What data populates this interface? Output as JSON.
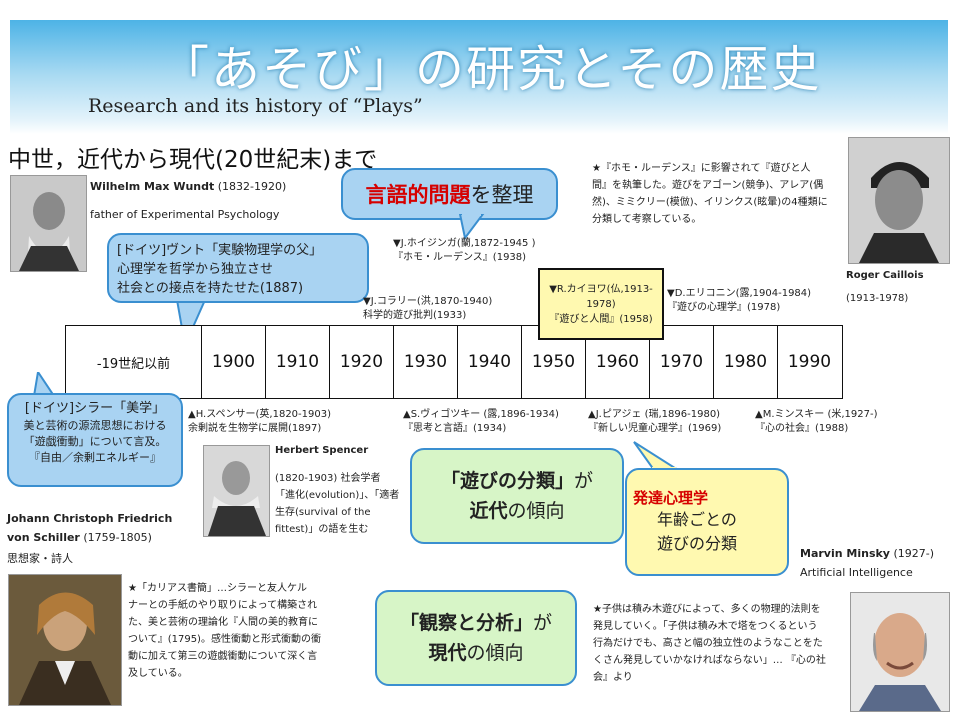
{
  "header": {
    "title": "「あそび」の研究とその歴史",
    "subtitle": "Research and its history of “Plays”",
    "section": "中世，近代から現代(20世紀末)まで"
  },
  "people": {
    "wundt": {
      "name": "Wilhelm Max Wundt",
      "years": " (1832-1920)",
      "role": "father of Experimental Psychology"
    },
    "spencer": {
      "name": "Herbert Spencer",
      "desc": "(1820-1903) 社会学者「進化(evolution)」、「適者生存(survival of the fittest)」の語を生む"
    },
    "schiller": {
      "name1": "Johann Christoph Friedrich",
      "name2": "von Schiller",
      "years": " (1759-1805)",
      "role": "思想家・詩人"
    },
    "caillois": {
      "name": "Roger Caillois",
      "years": "(1913-1978)"
    },
    "minsky": {
      "name": "Marvin Minsky",
      "years": " (1927-)",
      "role": "Artificial Intelligence"
    }
  },
  "callouts": {
    "gengo_red": "言語的問題",
    "gengo_rest": "を整理",
    "wundt_box": [
      "[ドイツ]ヴント「実験物理学の父」",
      "心理学を哲学から独立させ",
      "社会との接点を持たせた(1887)"
    ],
    "schiller_title": "[ドイツ]シラー「美学」",
    "schiller_body": [
      "美と芸術の源流思想における",
      "「遊戯衝動」について言及。",
      "『自由／余剰エネルギー』"
    ],
    "bunrui_l1a": "「遊びの分類」",
    "bunrui_l1b": "が",
    "bunrui_l2a": "近代",
    "bunrui_l2b": "の傾向",
    "kansatsu_l1a": "「観察と分析」",
    "kansatsu_l1b": "が",
    "kansatsu_l2a": "現代",
    "kansatsu_l2b": "の傾向",
    "hattatsu_title": "発達心理学",
    "hattatsu_l1": "年齢ごとの",
    "hattatsu_l2": "遊びの分類"
  },
  "timeline": {
    "cells": [
      "-19世紀以前",
      "1900",
      "1910",
      "1920",
      "1930",
      "1940",
      "1950",
      "1960",
      "1970",
      "1980",
      "1990"
    ]
  },
  "annotations": {
    "huizinga": [
      "▼J.ホイジンガ(蘭,1872-1945 )",
      "『ホモ・ルーデンス』(1938)"
    ],
    "collary": [
      "▼J.コラリー(洪,1870-1940)",
      "科学的遊び批判(1933)"
    ],
    "caillois_tl": [
      "▼R.カイヨワ(仏,1913-",
      "1978)",
      "『遊びと人間』(1958)"
    ],
    "elkonin": [
      "▼D.エリコニン(露,1904-1984)",
      "『遊びの心理学』(1978)"
    ],
    "spencer_tl": [
      "▲H.スペンサー(英,1820-1903)",
      "余剰説を生物学に展開(1897)"
    ],
    "vygotsky": [
      "▲S.ヴィゴツキー (露,1896-1934)",
      "『思考と言語』(1934)"
    ],
    "piaget": [
      "▲J.ピアジェ (瑞,1896-1980)",
      "『新しい児童心理学』(1969)"
    ],
    "minsky_tl": [
      "▲M.ミンスキー (米,1927-)",
      "『心の社会』(1988)"
    ]
  },
  "notes": {
    "caillois_note": [
      "★『ホモ・ルーデンス』に影響されて『遊びと人",
      "間』を執筆した。遊びをアゴーン(競争)、アレア(偶",
      "然)、ミミクリー(模倣)、イリンクス(眩暈)の4種類に",
      "分類して考察している。"
    ],
    "schiller_note": [
      "★「カリアス書簡」…シラーと友人ケル",
      "ナーとの手紙のやり取りによって構築され",
      "た、美と芸術の理論化『人間の美的教育に",
      "ついて』(1795)。感性衝動と形式衝動の衝",
      "動に加えて第三の遊戯衝動について深く言",
      "及している。"
    ],
    "minsky_note": [
      "★子供は積み木遊びによって、多くの物理的法則を",
      "発見していく。「子供は積み木で塔をつくるという",
      "行為だけでも、高さと幅の独立性のようなことをた",
      "くさん発見していかなければならない」… 『心の社",
      "会』より"
    ]
  },
  "colors": {
    "banner": "#4db3e6",
    "accent_red": "#d60000",
    "highlight_box": "#fff9b0"
  }
}
